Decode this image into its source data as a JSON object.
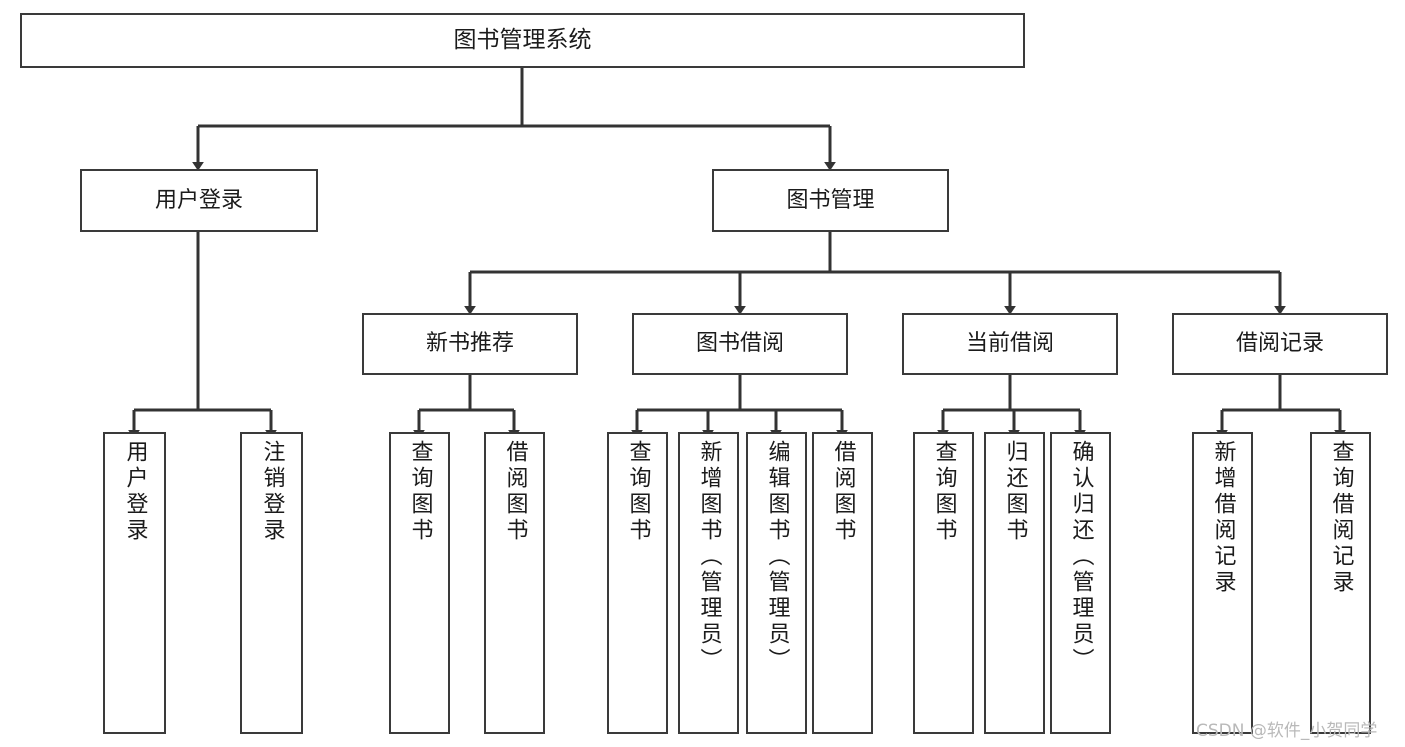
{
  "diagram": {
    "title": "图书管理系统",
    "type": "hierarchy-tree",
    "orientation": "top-down",
    "colors": {
      "box_border": "#3a3a3a",
      "box_fill": "#ffffff",
      "edge": "#333333",
      "text": "#1b1b1b",
      "watermark": "#b9b9b9",
      "background": "#ffffff"
    }
  },
  "nodes": {
    "root": {
      "label": "图书管理系统",
      "level": 1
    },
    "l2": [
      {
        "id": "user-login",
        "label": "用户登录",
        "level": 2
      },
      {
        "id": "book-manage",
        "label": "图书管理",
        "level": 2
      }
    ],
    "l3": [
      {
        "id": "new-book-rec",
        "label": "新书推荐",
        "level": 3
      },
      {
        "id": "book-borrow",
        "label": "图书借阅",
        "level": 3
      },
      {
        "id": "current-borrow",
        "label": "当前借阅",
        "level": 3
      },
      {
        "id": "borrow-record",
        "label": "借阅记录",
        "level": 3
      }
    ],
    "leaves": {
      "user_login": [
        {
          "id": "leaf-user-login",
          "label": "用户登录"
        },
        {
          "id": "leaf-logout-login",
          "label": "注销登录"
        }
      ],
      "new_book_rec": [
        {
          "id": "leaf-query-book-1",
          "label": "查询图书"
        },
        {
          "id": "leaf-borrow-book-1",
          "label": "借阅图书"
        }
      ],
      "book_borrow": [
        {
          "id": "leaf-query-book-2",
          "label": "查询图书"
        },
        {
          "id": "leaf-add-book",
          "label": "新增图书（管理员）"
        },
        {
          "id": "leaf-edit-book",
          "label": "编辑图书（管理员）"
        },
        {
          "id": "leaf-borrow-book-2",
          "label": "借阅图书"
        }
      ],
      "current_borrow": [
        {
          "id": "leaf-query-book-3",
          "label": "查询图书"
        },
        {
          "id": "leaf-return-book",
          "label": "归还图书"
        },
        {
          "id": "leaf-confirm-return",
          "label": "确认归还（管理员）"
        }
      ],
      "borrow_record": [
        {
          "id": "leaf-add-record",
          "label": "新增借阅记录"
        },
        {
          "id": "leaf-query-record",
          "label": "查询借阅记录"
        }
      ]
    }
  },
  "watermark": {
    "text": "CSDN @软件_小贺同学"
  }
}
